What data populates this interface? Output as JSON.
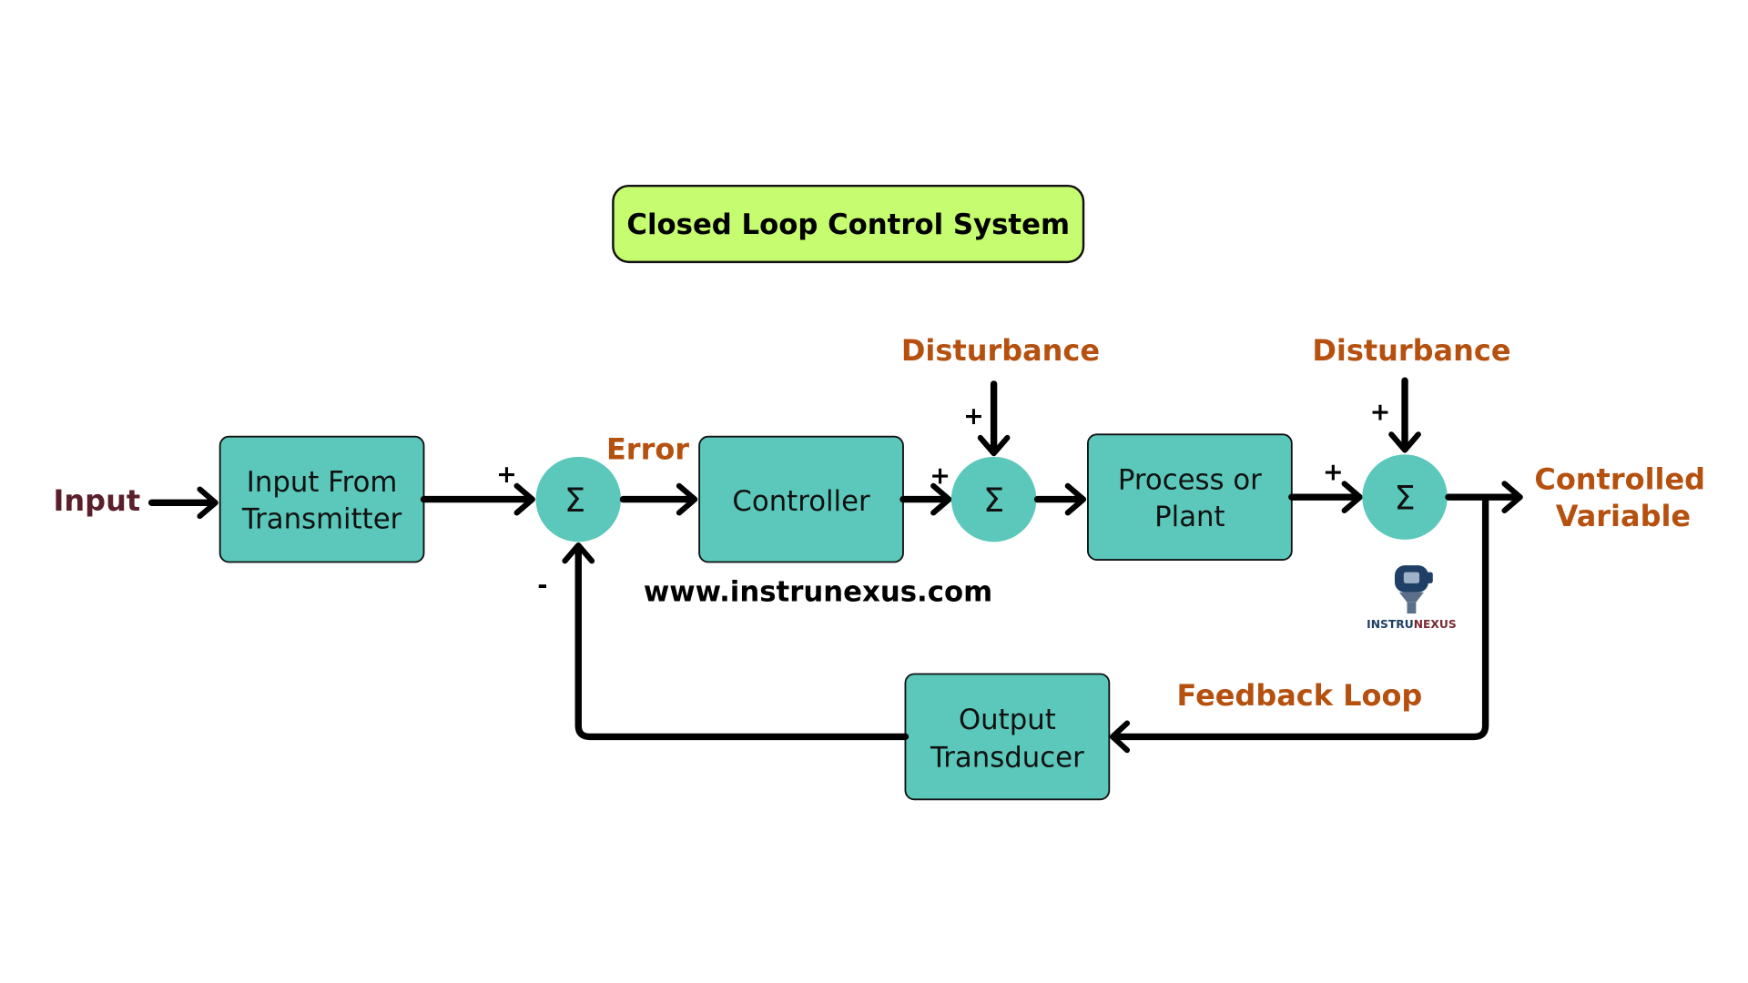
{
  "title": "Closed Loop Control System",
  "labels": {
    "input": "Input",
    "error": "Error",
    "disturbance_1": "Disturbance",
    "disturbance_2": "Disturbance",
    "controlled_variable": [
      "Controlled",
      "Variable"
    ],
    "feedback_loop": "Feedback Loop",
    "website": "www.instrunexus.com"
  },
  "blocks": {
    "input_from_transmitter": [
      "Input From",
      "Transmitter"
    ],
    "controller": "Controller",
    "process_or_plant": [
      "Process or",
      "Plant"
    ],
    "output_transducer": [
      "Output",
      "Transducer"
    ]
  },
  "summing_symbol": "Σ",
  "signs": {
    "plus": "+",
    "minus": "-"
  },
  "logo": {
    "text_part1": "INSTRU",
    "text_part2": "NEXUS",
    "icon": "pressure-transmitter-icon"
  },
  "colors": {
    "block": "#5bc8bb",
    "title_bg": "#c6fc6f",
    "label_orange": "#b5500f",
    "input_label": "#5a1f2a",
    "logo_blue": "#1f3f66",
    "logo_red": "#7a2a33"
  }
}
